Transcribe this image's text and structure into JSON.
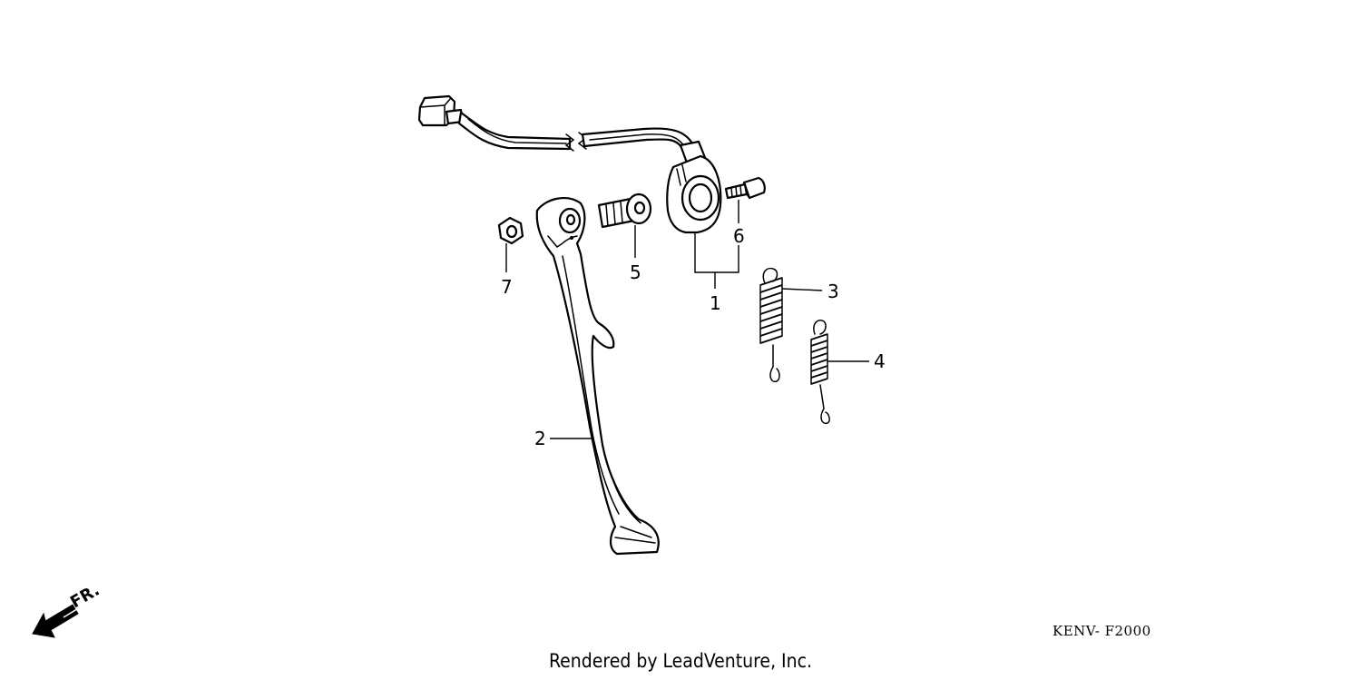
{
  "diagram": {
    "callouts": [
      {
        "id": "1",
        "label": "1"
      },
      {
        "id": "2",
        "label": "2"
      },
      {
        "id": "3",
        "label": "3"
      },
      {
        "id": "4",
        "label": "4"
      },
      {
        "id": "5",
        "label": "5"
      },
      {
        "id": "6",
        "label": "6"
      },
      {
        "id": "7",
        "label": "7"
      }
    ],
    "direction_label": "FR.",
    "direction_icon": "front-direction-arrow-icon",
    "diagram_code": "KENV- F2000"
  },
  "footer": {
    "credit": "Rendered by LeadVenture, Inc."
  }
}
